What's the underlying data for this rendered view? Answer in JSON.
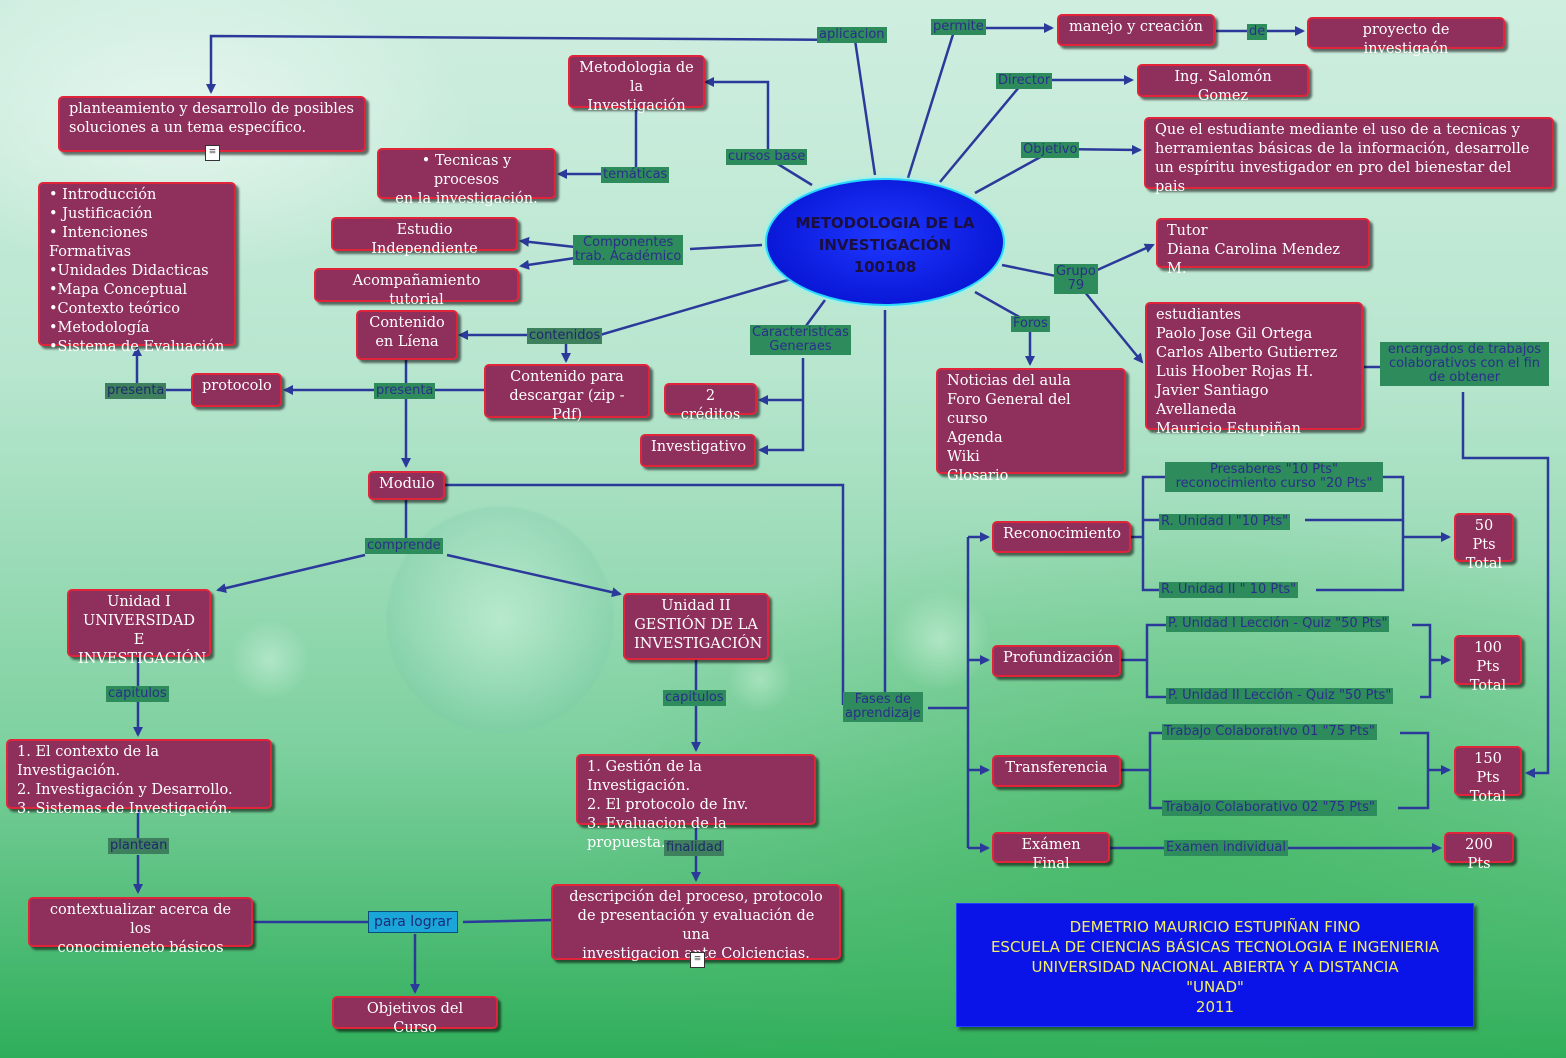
{
  "center": "METODOLOGIA DE LA\nINVESTIGACIÓN\n100108",
  "nodes": {
    "manejo": "manejo y creación",
    "proyecto": "proyecto de investigaón",
    "ing": "Ing. Salomón Gomez",
    "objetivo_text": "Que el estudiante mediante el uso de a tecnicas y\nherramientas básicas de la información, desarrolle\nun espíritu investigador en pro del bienestar del pais",
    "tutor": "Tutor\nDiana Carolina Mendez M.",
    "estudiantes": "estudiantes\nPaolo Jose Gil Ortega\nCarlos Alberto Gutierrez\nLuis Hoober Rojas H.\nJavier Santiago Avellaneda\nMauricio Estupiñan",
    "foros_text": "Noticias del aula\nForo General del curso\nAgenda\nWiki\nGlosario",
    "planteamiento": "planteamiento y desarrollo de posibles\nsoluciones a un tema específico.",
    "metodologia": "Metodologia de\nla Investigación",
    "tecnicas": "• Tecnicas y procesos\nen la investigación.",
    "intro_list": "• Introducción\n• Justificación\n• Intenciones Formativas\n•Unidades Didacticas\n•Mapa Conceptual\n•Contexto teórico\n•Metodología\n•Sistema de Evaluación",
    "estudio": "Estudio Independiente",
    "acompanamiento": "Acompañamiento tutorial",
    "contenido_linea": "Contenido\nen Líena",
    "protocolo": "protocolo",
    "contenido_descargar": "Contenido  para\ndescargar (zip -Pdf)",
    "creditos": "2 créditos",
    "investigativo": "Investigativo",
    "modulo": "Modulo",
    "unidad1": "Unidad I\nUNIVERSIDAD E\nINVESTIGACIÓN",
    "unidad2": "Unidad II\nGESTIÓN DE LA\nINVESTIGACIÓN",
    "u1_caps": "1. El contexto de la Investigación.\n2. Investigación y Desarrollo.\n3. Sistemas de Investigación.",
    "u2_caps": "1. Gestión de la Investigación.\n2. El protocolo de Inv.\n3. Evaluacion de la propuesta.",
    "contextualizar": "contextualizar acerca de los\nconocimieneto básicos",
    "descripcion": "descripción del proceso, protocolo\nde presentación y evaluación de una\ninvestigacion ante Colciencias.",
    "objetivos_curso": "Objetivos del Curso",
    "reconocimiento": "Reconocimiento",
    "profundizacion": "Profundización",
    "transferencia": "Transferencia",
    "examen_final": "Exámen Final",
    "pts50": "50 Pts\nTotal",
    "pts100": "100 Pts\nTotal",
    "pts150": "150 Pts\nTotal",
    "pts200": "200 Pts"
  },
  "labels": {
    "aplicacion": "aplicacion",
    "permite": "permite",
    "de": "de",
    "director": "Director",
    "objetivo": "Objetivo",
    "cursos_base": "cursos base",
    "tematicas": "temáticas",
    "componentes": "Componentes\ntrab. Académico",
    "grupo": "Grupo\n79",
    "contenidos": "contenidos",
    "caracteristicas": "Caracteristicas\nGeneraes",
    "foros": "Foros",
    "presenta1": "presenta",
    "presenta2": "presenta",
    "encargados": "encargados de trabajos\ncolaborativos con el fin\nde obtener",
    "presaberes": "Presaberes \"10 Pts\"\nreconocimiento curso \"20 Pts\"",
    "r_unidad1": "R. Unidad I \"10 Pts\"",
    "r_unidad2": "R. Unidad II \" 10 Pts\"",
    "p_unidad1": "P. Unidad I Lección - Quiz \"50 Pts\"",
    "p_unidad2": "P. Unidad II Lección - Quiz \"50 Pts\"",
    "trabajo1": "Trabajo Colaborativo  01 \"75 Pts\"",
    "trabajo2": "Trabajo Colaborativo 02 \"75 Pts\"",
    "examen_individual": "Examen individual",
    "comprende": "comprende",
    "capitulos1": "capitulos",
    "capitulos2": "capitulos",
    "plantean": "plantean",
    "finalidad": "finalidad",
    "fases": "Fases de\naprendizaje",
    "para_lograr": "para lograr"
  },
  "credit": "DEMETRIO MAURICIO ESTUPIÑAN FINO\nESCUELA DE CIENCIAS BÁSICAS TECNOLOGIA E INGENIERIA\nUNIVERSIDAD NACIONAL ABIERTA Y A DISTANCIA\n\"UNAD\"\n2011",
  "colors": {
    "node": "#8e2f5c",
    "node_border": "#e0243a",
    "link": "#2b3a9a",
    "center": "#0a18d8",
    "label": "#2e8b5c"
  }
}
